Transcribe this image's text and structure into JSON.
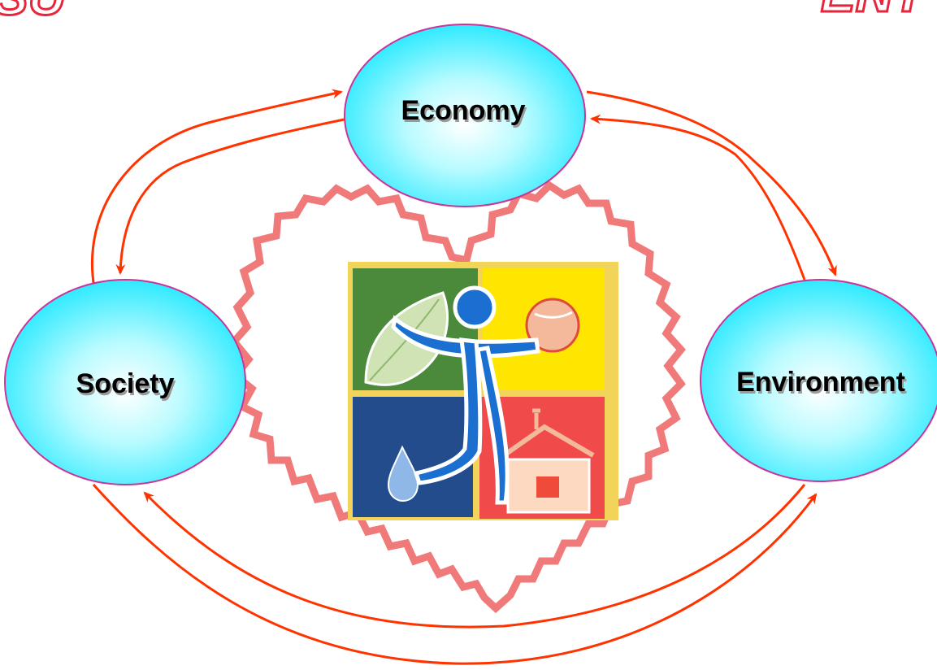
{
  "title_fragments": {
    "left": "SU",
    "right": "ENT"
  },
  "nodes": {
    "economy": {
      "label": "Economy"
    },
    "society": {
      "label": "Society"
    },
    "environment": {
      "label": "Environment"
    }
  },
  "colors": {
    "node_fill_center": "#ffffff",
    "node_fill_edge": "#33f0ff",
    "node_stroke": "#cc3399",
    "arrow": "#ff3300",
    "heart": "#f07a7a",
    "title_stroke": "#e8253a",
    "logo_green": "#4a8a3a",
    "logo_yellow": "#ffe600",
    "logo_blue": "#234c8c",
    "logo_red": "#f04a4a",
    "logo_border": "#f2d45a",
    "figure_blue": "#1a6fd1"
  },
  "icons": {
    "logo": "sustainability-logo-icon",
    "leaf": "leaf-icon",
    "drop": "water-drop-icon",
    "ball": "ball-icon",
    "house": "house-icon",
    "figure": "human-figure-icon"
  }
}
